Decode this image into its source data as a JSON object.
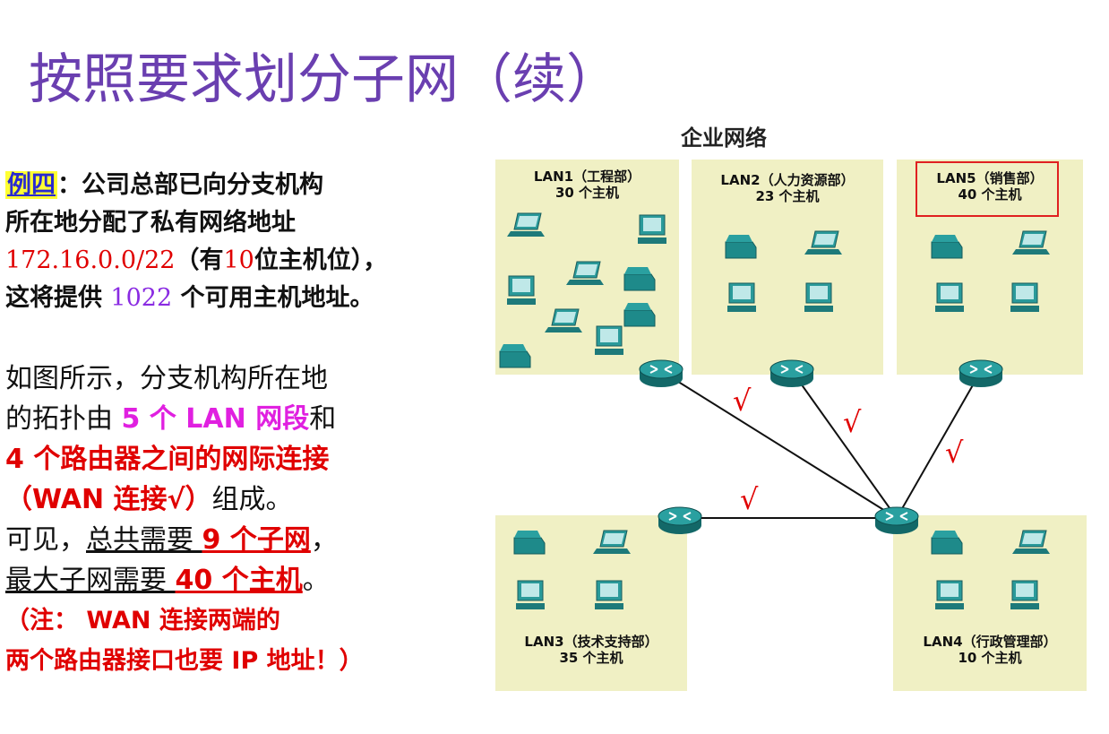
{
  "title": "按照要求划分子网（续）",
  "example": {
    "label": "例四",
    "line1_rest": "：公司总部已向分支机构",
    "line2": "所在地分配了私有网络地址",
    "line3_addr": "172.16.0.0/22",
    "line3_mid1": "（有",
    "line3_bits": "10",
    "line3_mid2": "位主机位），",
    "line4_pre": "这将提供 ",
    "line4_num": "1022",
    "line4_post": " 个可用主机地址。"
  },
  "explain": {
    "l1": "如图所示，分支机构所在地",
    "l2_pre": "的拓扑由 ",
    "l2_mag": "5 个 LAN 网段",
    "l2_post": "和",
    "l3": "4 个路由器之间的网际连接",
    "l4_red": "（WAN 连接√）",
    "l4_post": "组成。",
    "l5_pre": "可见，",
    "l5_ul": "总共需要 ",
    "l5_red": "9 个子网",
    "l5_post": "，",
    "l6_ul": "最大子网需要 ",
    "l6_red": "40 个主机",
    "l6_post": "。",
    "note1": "（注： WAN 连接两端的",
    "note2": "两个路由器接口也要 IP 地址！）"
  },
  "diagram": {
    "title": "企业网络",
    "check_mark": "√",
    "lans": [
      {
        "name": "LAN1（工程部）",
        "hosts": "30 个主机"
      },
      {
        "name": "LAN2（人力资源部）",
        "hosts": "23 个主机"
      },
      {
        "name": "LAN5（销售部）",
        "hosts": "40 个主机"
      },
      {
        "name": "LAN3（技术支持部）",
        "hosts": "35 个主机"
      },
      {
        "name": "LAN4（行政管理部）",
        "hosts": "10 个主机"
      }
    ]
  },
  "colors": {
    "title": "#6a3fb0",
    "red": "#e00000",
    "magenta": "#e020e0",
    "purple": "#8a2be2",
    "lan_bg": "#f0f0c4",
    "router": "#1e8a8a"
  }
}
